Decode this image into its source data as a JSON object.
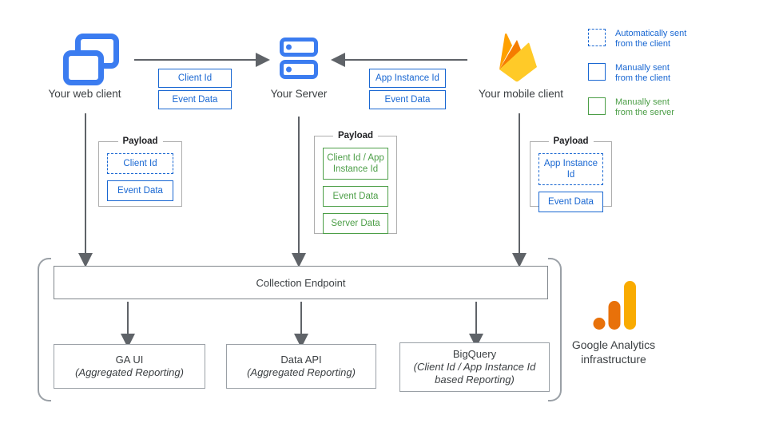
{
  "colors": {
    "icon_blue": "#3B7CF0",
    "box_blue": "#1967D2",
    "box_green": "#4C9E47",
    "arrow_gray": "#5F6368",
    "firebase_amber": "#FFA000",
    "firebase_orange": "#F57C00",
    "firebase_yellow": "#FFCA28",
    "ga_orange": "#E8710A",
    "ga_amber": "#F9AB00"
  },
  "nodes": {
    "web_client": {
      "label": "Your web client"
    },
    "server": {
      "label": "Your Server"
    },
    "mobile_client": {
      "label": "Your mobile client"
    }
  },
  "messages": {
    "web_to_server": {
      "item1": "Client Id",
      "item2": "Event Data"
    },
    "mobile_to_server": {
      "item1": "App Instance Id",
      "item2": "Event Data"
    }
  },
  "legend": {
    "items": [
      {
        "line1": "Automatically sent",
        "line2": "from the client",
        "style": "dashed-blue"
      },
      {
        "line1": "Manually sent",
        "line2": "from the client",
        "style": "solid-blue"
      },
      {
        "line1": "Manually sent",
        "line2": "from the server",
        "style": "solid-green"
      }
    ]
  },
  "payloads": {
    "web": {
      "title": "Payload",
      "items": [
        {
          "label": "Client Id",
          "style": "dashed-blue"
        },
        {
          "label": "Event Data",
          "style": "solid-blue"
        }
      ]
    },
    "server": {
      "title": "Payload",
      "items": [
        {
          "label": "Client Id / App Instance Id",
          "style": "solid-green"
        },
        {
          "label": "Event Data",
          "style": "solid-green"
        },
        {
          "label": "Server Data",
          "style": "solid-green"
        }
      ]
    },
    "mobile": {
      "title": "Payload",
      "items": [
        {
          "label": "App Instance Id",
          "style": "dashed-blue"
        },
        {
          "label": "Event Data",
          "style": "solid-blue"
        }
      ]
    }
  },
  "infrastructure": {
    "collection_endpoint": "Collection Endpoint",
    "outputs": [
      {
        "title": "GA UI",
        "subtitle": "(Aggregated Reporting)"
      },
      {
        "title": "Data API",
        "subtitle": "(Aggregated Reporting)"
      },
      {
        "title": "BigQuery",
        "subtitle": "(Client Id / App Instance Id based Reporting)"
      }
    ],
    "caption_line1": "Google Analytics",
    "caption_line2": "infrastructure"
  }
}
